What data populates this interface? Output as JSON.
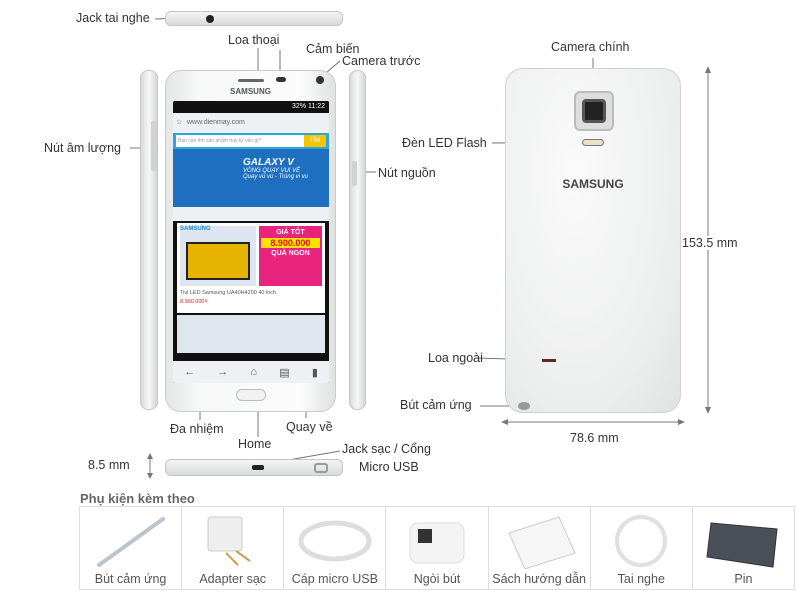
{
  "labels": {
    "headphone_jack": "Jack tai nghe",
    "earpiece": "Loa thoại",
    "sensor": "Cảm biến",
    "front_camera": "Camera trước",
    "volume_button": "Nút âm lượng",
    "power_button": "Nút nguồn",
    "multitask": "Đa nhiệm",
    "home": "Home",
    "back": "Quay về",
    "charging_port": "Jack sạc / Cổng",
    "charging_port_2": "Micro USB",
    "main_camera": "Camera chính",
    "led_flash": "Đèn LED Flash",
    "loudspeaker": "Loa ngoài",
    "stylus": "Bút cảm ứng"
  },
  "dimensions": {
    "thickness": "8.5 mm",
    "height": "153.5 mm",
    "width": "78.6 mm"
  },
  "phone": {
    "brand": "SAMSUNG",
    "status_time": "11:22",
    "status_battery": "32%",
    "url": "www.dienmay.com",
    "search_placeholder": "Bạn cần tìm sản phẩm hay từ vấn gì?",
    "search_button": "TÌM",
    "banner_title": "GALAXY V",
    "banner_sub": "VÒNG QUAY VUI VẺ",
    "banner_sub2": "Quay vù vù - Trúng vi vu",
    "promo_brand": "SAMSUNG",
    "promo_tag": "GIÁ TỐT",
    "promo_price": "8.900.000",
    "promo_tag2": "QUÀ NGON",
    "product_name": "Tivi LED Samsung UA40H4200 40 inch",
    "product_price": "8.900.000₫"
  },
  "accessories": {
    "title": "Phụ kiện kèm theo",
    "items": [
      {
        "label": "Bút cảm ứng",
        "icon": "stylus-icon"
      },
      {
        "label": "Adapter sạc",
        "icon": "charger-icon"
      },
      {
        "label": "Cáp micro USB",
        "icon": "cable-icon"
      },
      {
        "label": "Ngòi bút",
        "icon": "pen-tips-icon"
      },
      {
        "label": "Sách hướng dẫn",
        "icon": "manual-icon"
      },
      {
        "label": "Tai nghe",
        "icon": "earphones-icon"
      },
      {
        "label": "Pin",
        "icon": "battery-icon"
      }
    ]
  }
}
